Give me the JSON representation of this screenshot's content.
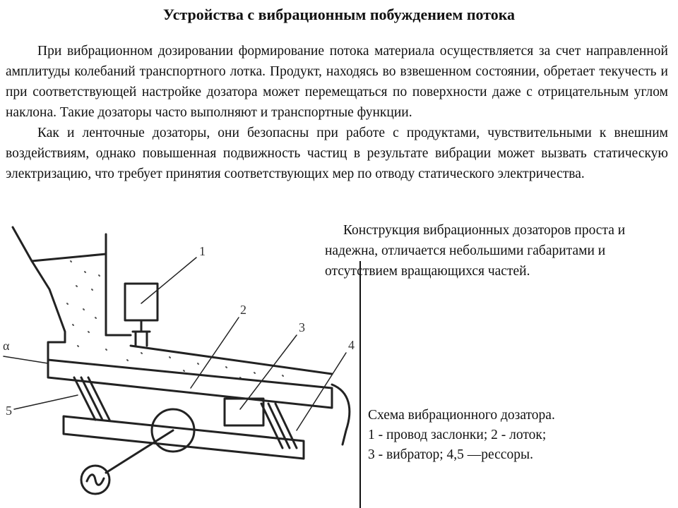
{
  "title": "Устройства с вибрационным побуждением потока",
  "paragraphs": [
    "При вибрационном дозировании формирование потока материала осуществляется за счет направленной амплитуды колебаний транспортного лотка. Продукт, находясь во взвешенном состоянии, обретает текучесть и при соответствующей настройке дозатора может перемещаться по поверхности даже с отрицательным углом наклона. Такие дозаторы часто выполняют и транспортные функции.",
    "Как и ленточные дозаторы, они безопасны при работе с продуктами, чувствительными к внешним воздействиям, однако повышенная подвижность частиц в результате вибрации может вызвать статическую электризацию, что требует принятия соответствующих мер по отводу статического электричества."
  ],
  "side_paragraph": "Конструкция вибрационных дозаторов проста и надежна, отличается небольшими габаритами и отсутствием вращающихся частей.",
  "caption": {
    "line1": "Схема вибрационного дозатора.",
    "line2": "1 - провод заслонки; 2 - лоток;",
    "line3": "3 - вибратор; 4,5 —рессоры."
  },
  "diagram_labels": {
    "l1": "1",
    "l2": "2",
    "l3": "3",
    "l4": "4",
    "l5": "5",
    "alpha": "α"
  }
}
